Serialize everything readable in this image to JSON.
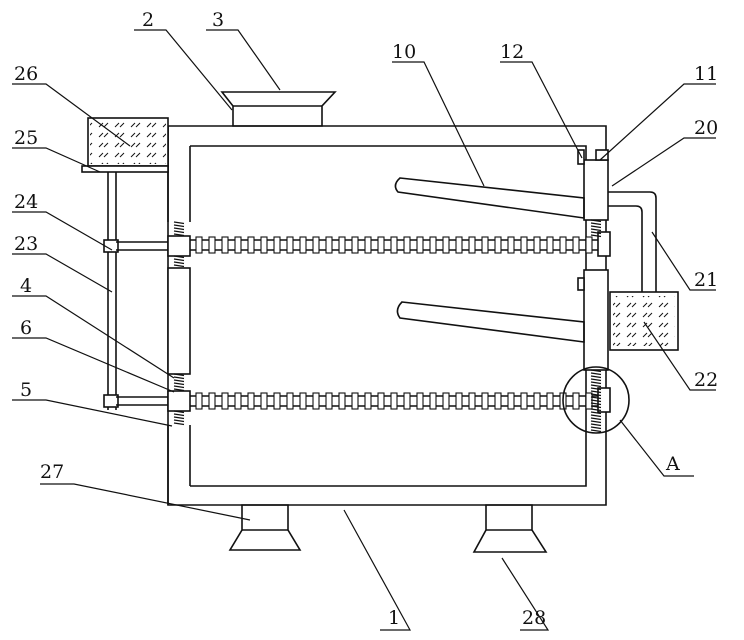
{
  "labels": {
    "l1": "1",
    "l2": "2",
    "l3": "3",
    "l4": "4",
    "l5": "5",
    "l6": "6",
    "l10": "10",
    "l11": "11",
    "l12": "12",
    "l20": "20",
    "l21": "21",
    "l22": "22",
    "l23": "23",
    "l24": "24",
    "l25": "25",
    "l26": "26",
    "l27": "27",
    "l28": "28",
    "lA": "A"
  }
}
